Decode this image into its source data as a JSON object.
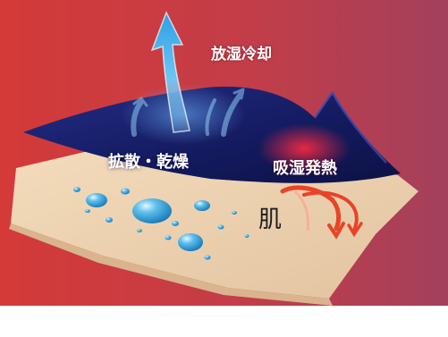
{
  "labels": {
    "cooling": "放湿冷却",
    "diffuse_dry": "拡散・乾燥",
    "moisture_heat": "吸湿発熱",
    "skin": "肌"
  },
  "colors": {
    "background_left": "#d43a38",
    "background_right": "#a3405c",
    "fabric_layer": "#141a5c",
    "skin_layer": "#ecd1b0",
    "vapor_arrow": "#4fb6f0",
    "heat_arrow": "#e8442a"
  },
  "icons": [
    "upward-vapor-arrow-icon",
    "heat-arrow-icon",
    "water-droplet-icon"
  ]
}
